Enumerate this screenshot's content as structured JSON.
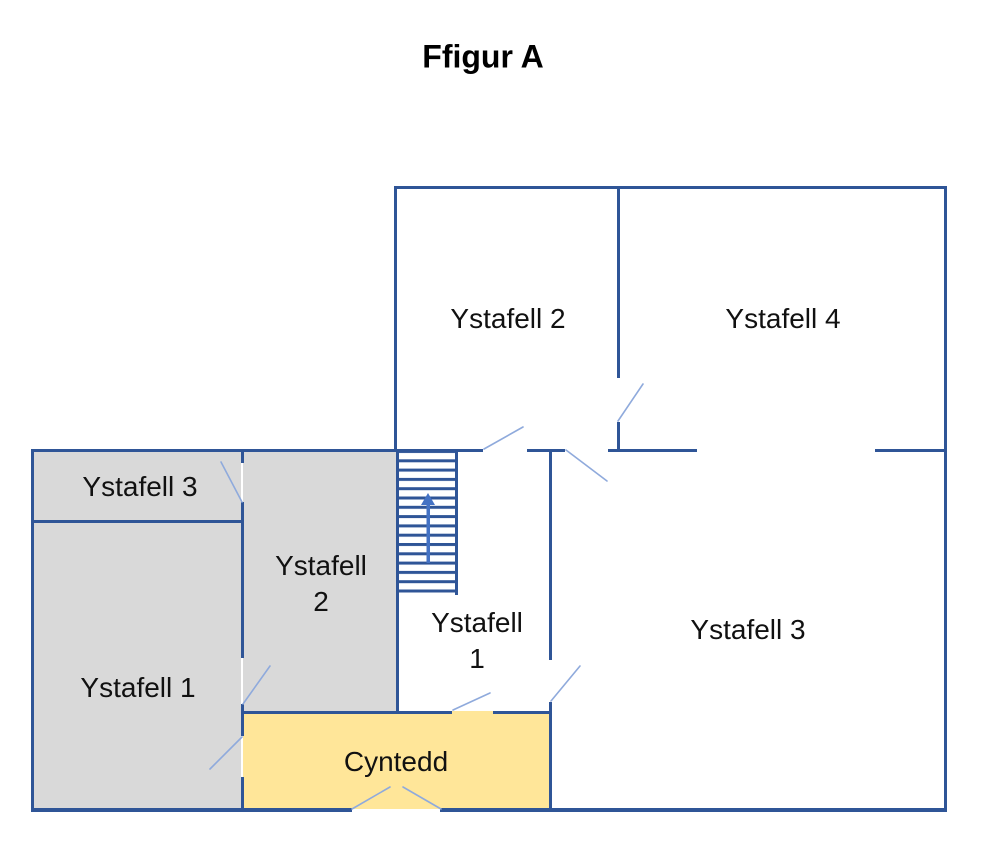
{
  "title": "Ffigur A",
  "rooms": {
    "upper2": {
      "label": "Ystafell 2"
    },
    "upper4": {
      "label": "Ystafell 4"
    },
    "left3": {
      "label": "Ystafell 3"
    },
    "left1": {
      "label": "Ystafell 1"
    },
    "mid2": {
      "label": "Ystafell\n2"
    },
    "mid1": {
      "label": "Ystafell\n1"
    },
    "right3": {
      "label": "Ystafell 3"
    },
    "hall": {
      "label": "Cyntedd"
    }
  },
  "icons": {
    "stairs_direction": "up-arrow-icon"
  },
  "colors": {
    "wall": "#2F5597",
    "door": "#8FAADC",
    "arrow": "#4472C4",
    "room_gray": "#D9D9D9",
    "hall_yellow": "#FFE699",
    "text": "#111111",
    "bg": "#FFFFFF"
  }
}
